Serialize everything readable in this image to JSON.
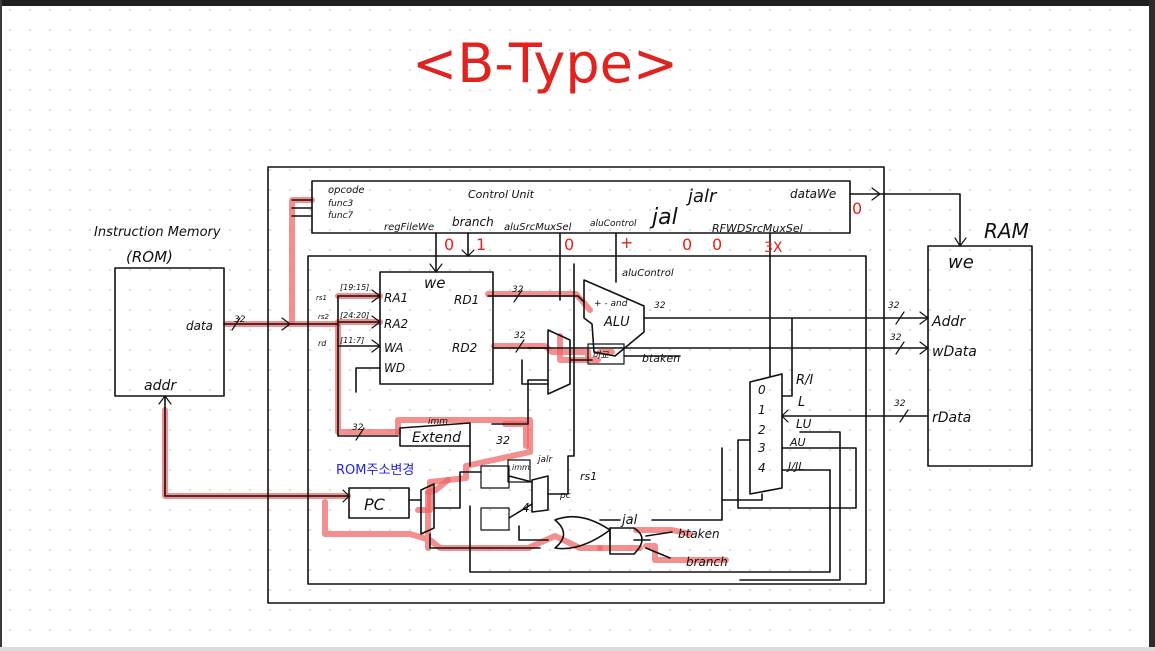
{
  "title": "<B-Type>",
  "control_unit": {
    "inputs": [
      "opcode",
      "func3",
      "func7"
    ],
    "label": "Control Unit",
    "signals": {
      "regFileWe": {
        "label": "regFileWe",
        "value": "0"
      },
      "branch": {
        "label": "branch",
        "value": "1"
      },
      "aluSrcMuxSel": {
        "label": "aluSrcMuxSel",
        "value": "0"
      },
      "aluControl": {
        "label": "aluControl",
        "value": "+"
      },
      "jal": {
        "label": "jal",
        "value": "0"
      },
      "jalr": {
        "label": "jalr",
        "value": "0"
      },
      "RFWDSrcMuxSel": {
        "label": "RFWDSrcMuxSel",
        "value": "3X"
      },
      "dataWe": {
        "label": "dataWe",
        "value": "0"
      }
    }
  },
  "instr_mem": {
    "title": "Instruction Memory",
    "subtitle": "(ROM)",
    "data": "data",
    "addr": "addr"
  },
  "regfile": {
    "we": "we",
    "ra1": "RA1",
    "ra2": "RA2",
    "wa": "WA",
    "wd": "WD",
    "rd1": "RD1",
    "rd2": "RD2",
    "rs1": "[19:15]",
    "rs2": "[24:20]",
    "rd": "[11:7]",
    "rs1_short": "rs1",
    "rs2_short": "rs2",
    "rd_short": "rd"
  },
  "alu": {
    "label": "ALU",
    "ops": "+ - and",
    "ctrl": "aluControl",
    "cmp": "비교",
    "btaken": "btaken"
  },
  "extend": {
    "label": "Extend",
    "imm": "imm"
  },
  "pc": {
    "label": "PC",
    "note": "ROM주소변경"
  },
  "branch_logic": {
    "jalr": "jalr",
    "rs1": "rs1",
    "pc": "pc",
    "four": "4",
    "jal": "jal",
    "btaken": "btaken",
    "branch": "branch",
    "imm": "imm"
  },
  "mux": {
    "ports": [
      "0",
      "1",
      "2",
      "3",
      "4"
    ],
    "inputs": [
      "R/I",
      "L",
      "LU",
      "AU",
      "J/JL"
    ]
  },
  "ram": {
    "title": "RAM",
    "we": "we",
    "addr": "Addr",
    "wdata": "wData",
    "rdata": "rData"
  },
  "bus_width": "32"
}
